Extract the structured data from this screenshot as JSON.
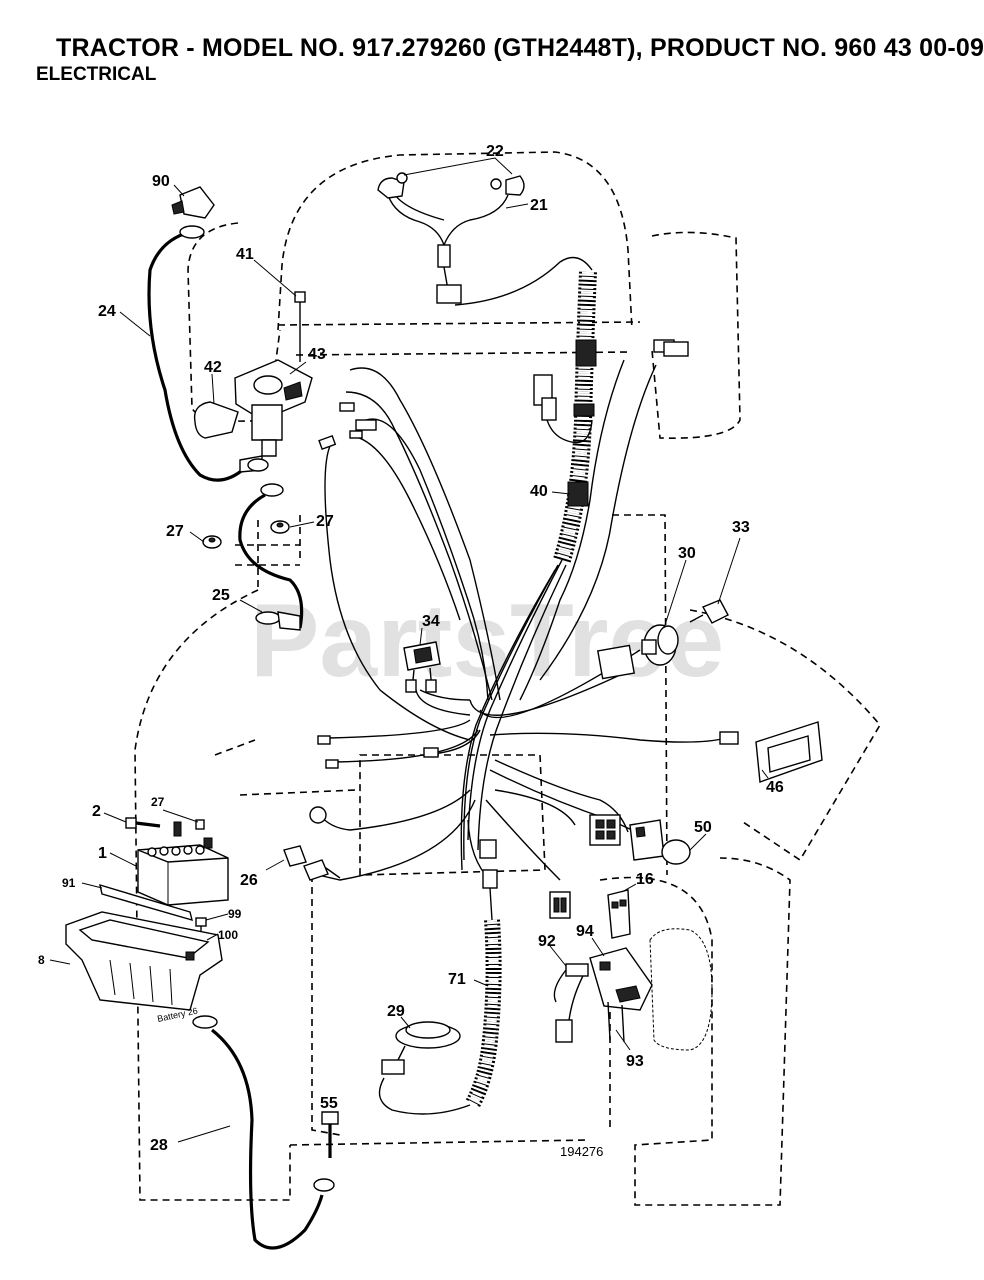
{
  "header": {
    "title": "TRACTOR - MODEL NO. 917.279260 (GTH2448T), PRODUCT NO. 960 43 00-09",
    "subtitle": "ELECTRICAL"
  },
  "watermark": "PartsTree",
  "reference_number": "194276",
  "battery_label": "Battery 26",
  "callouts": {
    "c1": "1",
    "c2": "2",
    "c8": "8",
    "c16": "16",
    "c21": "21",
    "c22": "22",
    "c24": "24",
    "c25": "25",
    "c26": "26",
    "c27a": "27",
    "c27b": "27",
    "c27c": "27",
    "c28": "28",
    "c29": "29",
    "c30": "30",
    "c33": "33",
    "c34": "34",
    "c40": "40",
    "c41": "41",
    "c42": "42",
    "c43": "43",
    "c46": "46",
    "c50": "50",
    "c55": "55",
    "c71": "71",
    "c90": "90",
    "c91": "91",
    "c92": "92",
    "c93": "93",
    "c94": "94",
    "c99": "99",
    "c100": "100"
  }
}
